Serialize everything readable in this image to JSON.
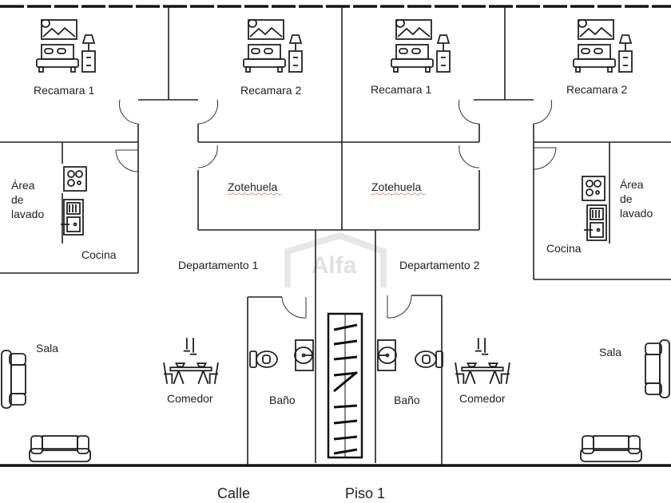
{
  "plan": {
    "title": "Piso 1",
    "street": "Calle",
    "watermark": "Alfa",
    "units": [
      {
        "name": "Departamento 1",
        "rooms": {
          "bedroom_1": "Recamara 1",
          "bedroom_2": "Recamara 2",
          "patio": "Zotehuela",
          "laundry": [
            "Área",
            "de",
            "lavado"
          ],
          "kitchen": "Cocina",
          "living": "Sala",
          "dining": "Comedor",
          "bath": "Baño"
        }
      },
      {
        "name": "Departamento 2",
        "rooms": {
          "bedroom_1": "Recamara 1",
          "bedroom_2": "Recamara 2",
          "patio": "Zotehuela",
          "laundry": [
            "Área",
            "de",
            "lavado"
          ],
          "kitchen": "Cocina",
          "living": "Sala",
          "dining": "Comedor",
          "bath": "Baño"
        }
      }
    ],
    "colors": {
      "wall": "#222222",
      "watermark": "#c8c8c8",
      "spellcheck": "#c0392b"
    }
  }
}
